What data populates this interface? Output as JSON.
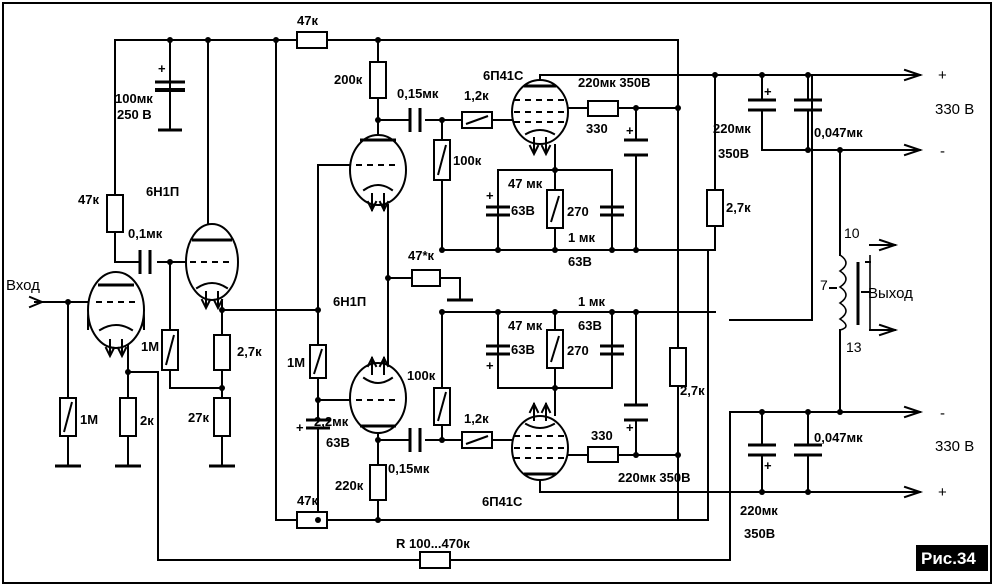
{
  "labels": {
    "input": "Вход",
    "output": "Выход",
    "fig": "Рис.34",
    "tube_pre": "6Н1П",
    "tube_driver": "6Н1П",
    "tube_out_top": "6П41С",
    "tube_out_bot": "6П41С",
    "r_47k_top": "47к",
    "r_47k_left": "47к",
    "r_47k_bot": "47к",
    "r_47k_mid": "47*к",
    "r_200k": "200к",
    "r_220k": "220к",
    "r_100k_top": "100к",
    "r_100k_bot": "100к",
    "r_1_2k_top": "1,2к",
    "r_1_2k_bot": "1,2к",
    "r_330_top": "330",
    "r_330_bot": "330",
    "r_270_top": "270",
    "r_270_bot": "270",
    "r_2_7k_a": "2,7к",
    "r_2_7k_b": "2,7к",
    "r_2_7k_c": "2,7к",
    "r_27k": "27к",
    "r_2k": "2к",
    "r_1m_in": "1М",
    "r_1m_a": "1М",
    "r_1m_b": "1М",
    "r_fb": "R 100...470к",
    "c_100mk": "100мк",
    "c_250v": "250 В",
    "c_0_1mk": "0,1мк",
    "c_0_15mk_top": "0,15мк",
    "c_0_15mk_bot": "0,15мк",
    "c_2_2mk": "2,2мк",
    "c_63v_a": "63В",
    "c_47mk_top": "47 мк",
    "c_63v_top": "63В",
    "c_47mk_bot": "47 мк",
    "c_63v_bot": "63В",
    "c_1mk_top": "1 мк",
    "c_63v_1mk_top": "63В",
    "c_1mk_bot": "1 мк",
    "c_63v_1mk_bot": "63В",
    "c_220mk_350_top": "220мк 350В",
    "c_220mk_350_bot": "220мк 350В",
    "c_220mk_ps_top": "220мк",
    "c_350v_ps_top": "350В",
    "c_220mk_ps_bot": "220мк",
    "c_350v_ps_bot": "350В",
    "c_0_047_top": "0,047мк",
    "c_0_047_bot": "0,047мк",
    "v_top": "330 В",
    "v_bot": "330 В",
    "plus_top": "+",
    "minus_top": "-",
    "minus_bot": "-",
    "plus_bot": "+",
    "pin10": "10",
    "pin7": "7",
    "pin13": "13",
    "pol_plus_a": "+",
    "pol_plus_b": "+",
    "pol_plus_c": "+",
    "pol_plus_d": "+",
    "pol_plus_e": "+",
    "pol_plus_f": "+",
    "pol_plus_g": "+",
    "pol_plus_h": "+"
  }
}
